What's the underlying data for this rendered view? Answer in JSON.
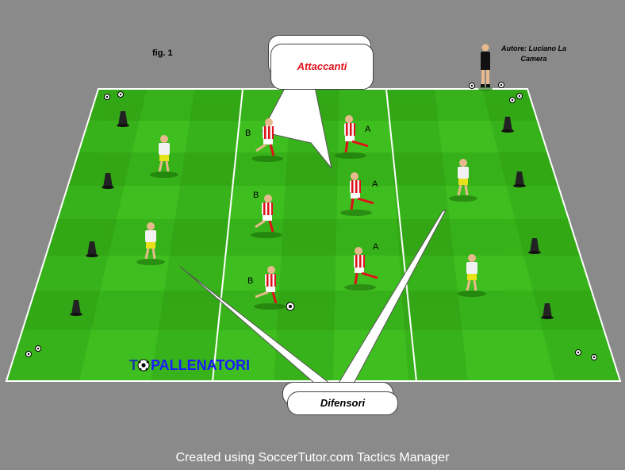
{
  "figure_label": "fig. 1",
  "author": "Autore: Luciano La Camera",
  "callouts": {
    "attackers": "Attaccanti",
    "defenders": "Difensori"
  },
  "brand": {
    "prefix": "T",
    "name": "PALLENATORI"
  },
  "footer": "Created using SoccerTutor.com Tactics Manager",
  "player_labels": {
    "b": "B",
    "a": "A"
  },
  "colors": {
    "background": "#8a8a8a",
    "pitch_light": "#3fbf1f",
    "pitch_dark": "#2fa814",
    "attackers_shirt": "#e0101a",
    "defenders_shirt": "#f2f2f2",
    "defenders_shorts": "#e8e21a",
    "attackers_callout_text": "#e0101a",
    "brand": "#1a1aff"
  }
}
